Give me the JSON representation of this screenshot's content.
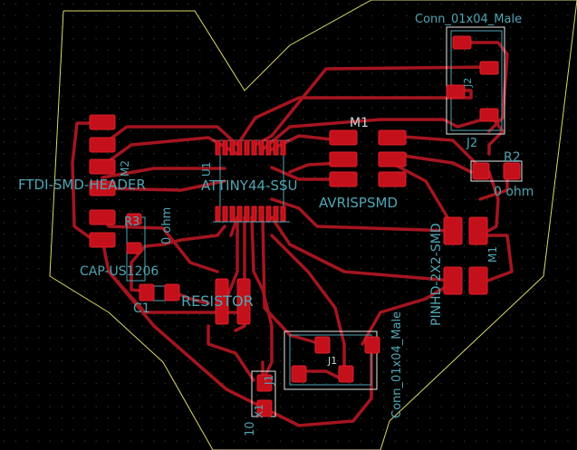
{
  "colors": {
    "background": "#000000",
    "grid_dot": "#3a3a3a",
    "outline": "#d9d96a",
    "track": "#a4151f",
    "pad": "#c4101a",
    "pad_edge": "#e0202a",
    "silk": "#4fa5b3",
    "courtyard": "#e6e6e6"
  },
  "labels": {
    "conn_top_value": "Conn_01x04_Male",
    "conn_top_ref": "J2",
    "conn_top_ref2": "J2",
    "m1_ref": "M1",
    "r2_ref": "R2",
    "r2_value": "0 ohm",
    "ftdi": "FTDI-SMD-HEADER",
    "attiny": "ATTINY44-SSU",
    "avrisp": "AVRISPSMD",
    "m2": "M2",
    "u1": "U1",
    "r3_ref": "R3",
    "r3_value": "0 ohm",
    "cap": "CAP-US1206",
    "c1": "C1",
    "resistor": "RESISTOR",
    "pinhd": "PINHD-2X2-SMD",
    "m_right": "M1",
    "conn_bottom_value": "Conn_01x04_Male",
    "j1": "J1",
    "j1_side": "J1",
    "ten": "10",
    "x1": "X1"
  }
}
